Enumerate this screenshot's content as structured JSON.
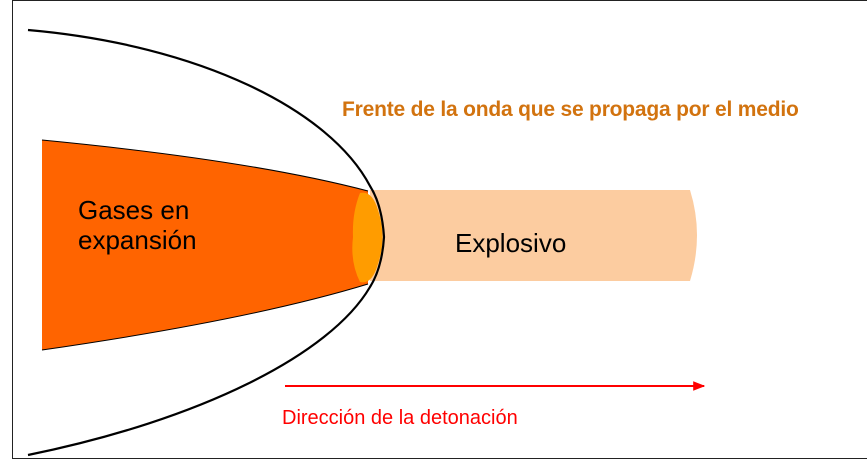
{
  "diagram": {
    "wave_front_label": "Frente de la onda que se propaga por el medio",
    "gases_label_line1": "Gases en",
    "gases_label_line2": "expansión",
    "explosive_label": "Explosivo",
    "direction_label": "Dirección de la detonación"
  },
  "colors": {
    "gases_fill": "#ff6400",
    "explosive_fill": "#fccca0",
    "reaction_zone_fill": "#ff9c00",
    "wave_front_text": "#d2730f",
    "direction_arrow": "#ff0000",
    "outline": "#000000"
  }
}
